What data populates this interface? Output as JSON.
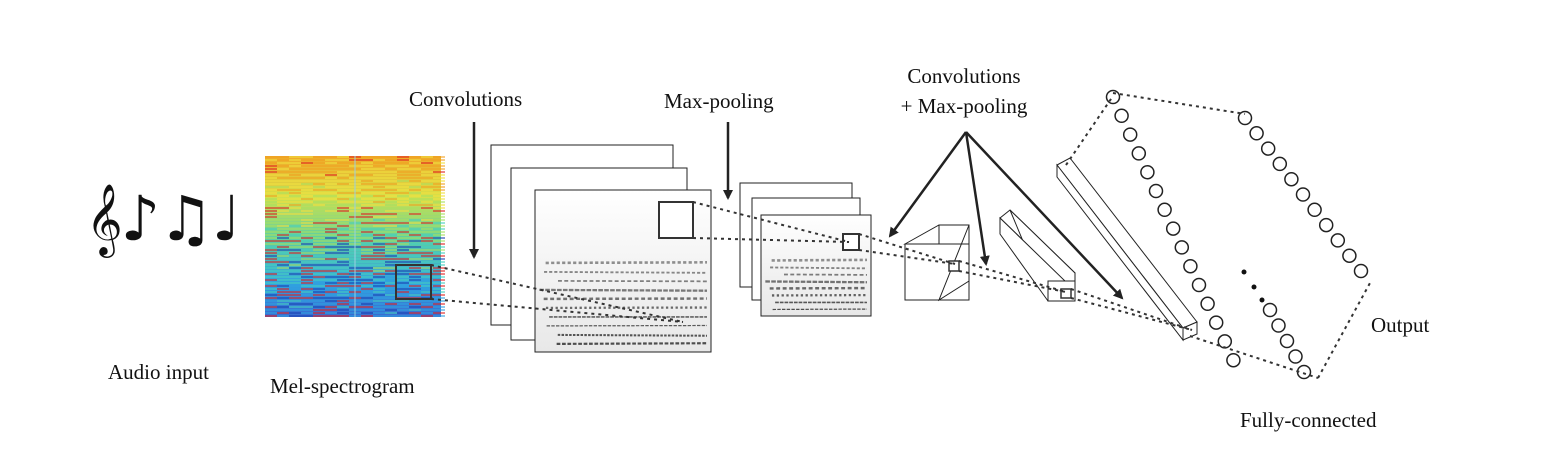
{
  "labels": {
    "audio_input": "Audio input",
    "mel_spectrogram": "Mel-spectrogram",
    "convolutions": "Convolutions",
    "max_pooling": "Max-pooling",
    "convolutions_2": "Convolutions",
    "plus_max_pooling": "+ Max-pooling",
    "fully_connected": "Fully-connected",
    "output": "Output"
  },
  "icons": {
    "music_notes": "𝄞♪♫♩"
  },
  "colors": {
    "spectrogram_palette": [
      "#1a3fb0",
      "#2fa0e0",
      "#46d0c0",
      "#a8e060",
      "#f0e040",
      "#f0a020",
      "#e02020"
    ],
    "line": "#222222"
  }
}
